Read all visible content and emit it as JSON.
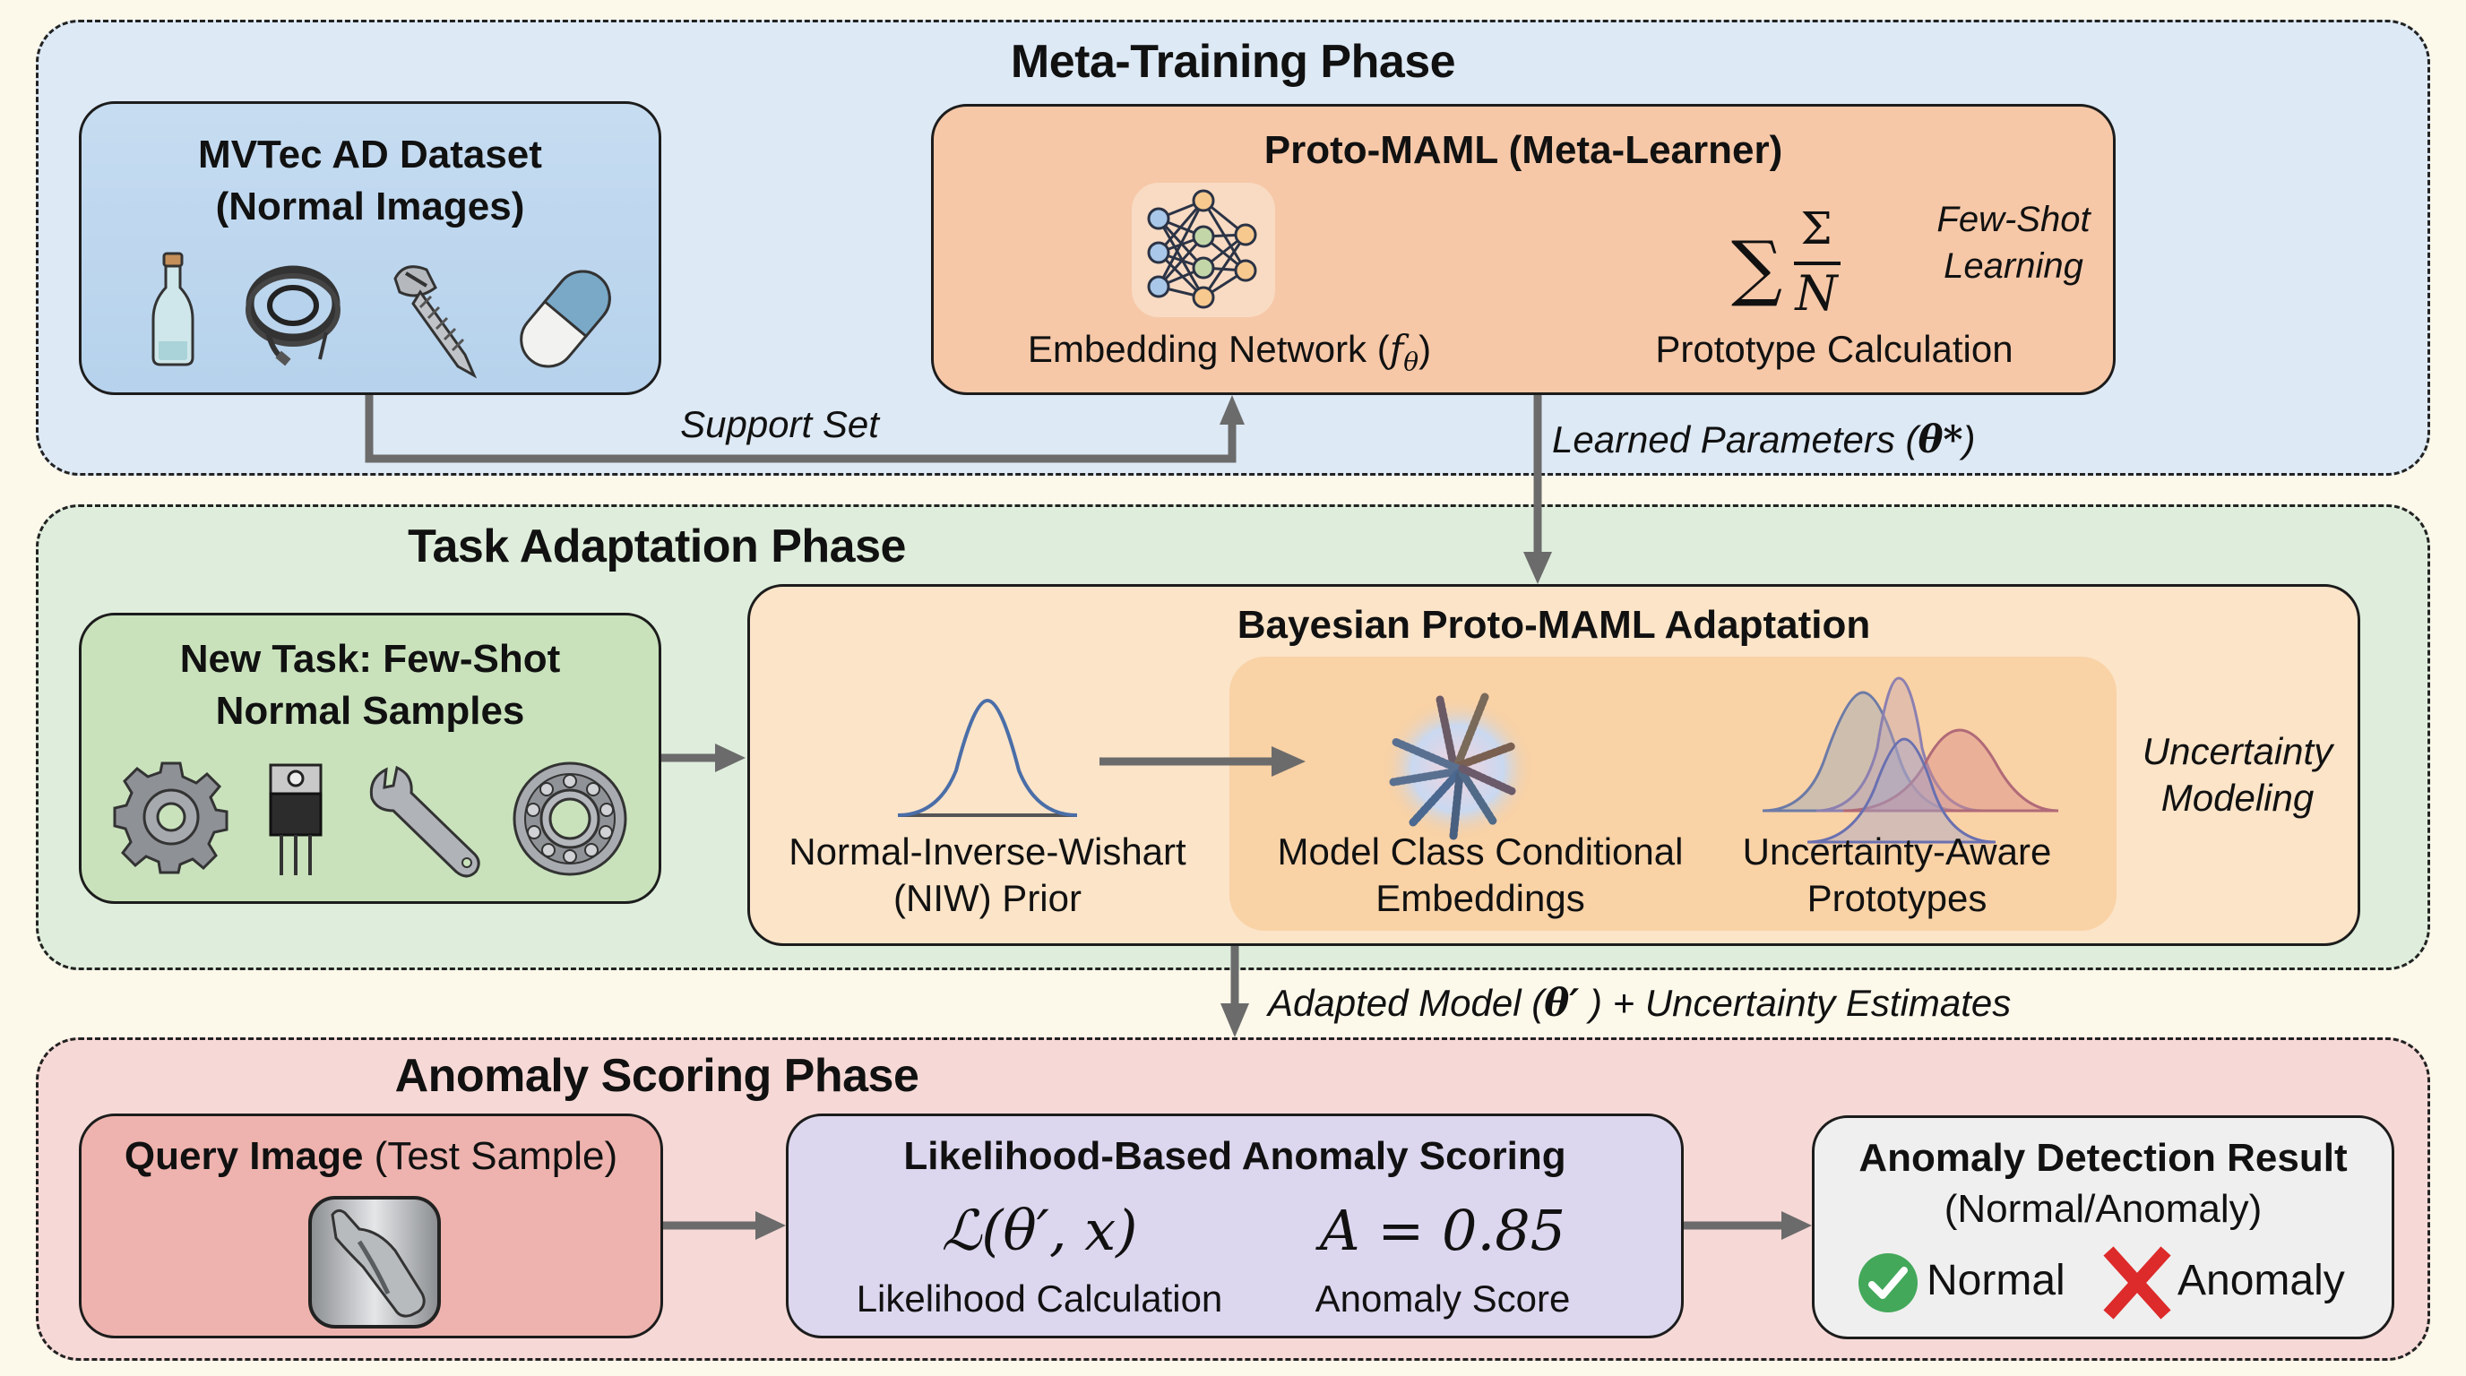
{
  "colors": {
    "meta_training_bg": "#dde9f5",
    "task_adaptation_bg": "#dfeedc",
    "anomaly_scoring_bg": "#f6d9d6",
    "dataset_box": "#bfd8ef",
    "meta_learner_box": "#f6c8a8",
    "new_task_box": "#c9e2bc",
    "bayesian_box": "#fce4c8",
    "bayesian_inner": "#f8cfa0",
    "query_box": "#eeb3ae",
    "likelihood_box": "#dcd6ee",
    "result_box": "#efefef",
    "arrow": "#6b6b6b",
    "normal_check": "#43a85a",
    "anomaly_cross": "#dd2a2a"
  },
  "phases": {
    "meta_training": {
      "title": "Meta-Training Phase",
      "dataset_box": {
        "title_line1": "MVTec AD Dataset",
        "title_line2": "(Normal Images)",
        "icons": [
          "bottle-icon",
          "cable-icon",
          "screw-icon",
          "capsule-icon"
        ]
      },
      "meta_learner_box": {
        "title": "Proto-MAML (Meta-Learner)",
        "embedding_label_prefix": "Embedding Network (",
        "embedding_symbol": "f",
        "embedding_subscript": "θ",
        "embedding_label_suffix": ")",
        "prototype_formula_sum": "∑",
        "prototype_formula_num": "Σ",
        "prototype_formula_den": "N",
        "prototype_label": "Prototype Calculation",
        "few_shot_line1": "Few-Shot",
        "few_shot_line2": "Learning"
      },
      "support_set_label": "Support Set",
      "learned_params_label": "Learned Parameters (",
      "learned_params_symbol": "θ*",
      "learned_params_close": ")"
    },
    "task_adaptation": {
      "title": "Task Adaptation Phase",
      "new_task_box": {
        "title_line1": "New Task: Few-Shot",
        "title_line2": "Normal Samples",
        "icons": [
          "gear-icon",
          "transistor-icon",
          "wrench-icon",
          "bearing-icon"
        ]
      },
      "bayesian_box": {
        "title": "Bayesian Proto-MAML Adaptation",
        "prior_line1": "Normal-Inverse-Wishart",
        "prior_line2": "(NIW) Prior",
        "embeddings_line1": "Model Class Conditional",
        "embeddings_line2": "Embeddings",
        "prototypes_line1": "Uncertainty-Aware",
        "prototypes_line2": "Prototypes",
        "uncertainty_line1": "Uncertainty",
        "uncertainty_line2": "Modeling"
      },
      "adapted_label_prefix": "Adapted Model (",
      "adapted_symbol": "θ′",
      "adapted_label_suffix": " ) + Uncertainty Estimates"
    },
    "anomaly_scoring": {
      "title": "Anomaly Scoring Phase",
      "query_box": {
        "title_bold": "Query Image",
        "title_rest": " (Test Sample)"
      },
      "likelihood_box": {
        "title": "Likelihood-Based Anomaly Scoring",
        "likelihood_formula": "ℒ(θ′, x)",
        "likelihood_label": "Likelihood Calculation",
        "score_formula": "A = 0.85",
        "score_value": 0.85,
        "score_label": "Anomaly Score"
      },
      "result_box": {
        "title": "Anomaly Detection Result",
        "subtitle": "(Normal/Anomaly)",
        "normal_label": "Normal",
        "anomaly_label": "Anomaly"
      }
    }
  }
}
